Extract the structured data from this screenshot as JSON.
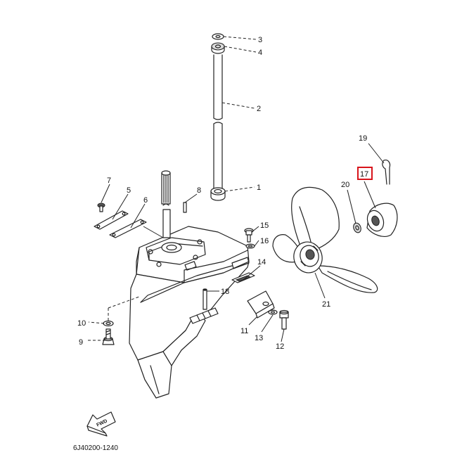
{
  "diagram": {
    "drawing_code": "6J40200-1240",
    "fwd_label": "FWD",
    "highlighted_callout": "17",
    "highlight_color": "#d8141b",
    "callouts": [
      "1",
      "2",
      "3",
      "4",
      "5",
      "6",
      "7",
      "8",
      "9",
      "10",
      "11",
      "12",
      "13",
      "14",
      "15",
      "16",
      "17",
      "18",
      "19",
      "20",
      "21"
    ]
  }
}
